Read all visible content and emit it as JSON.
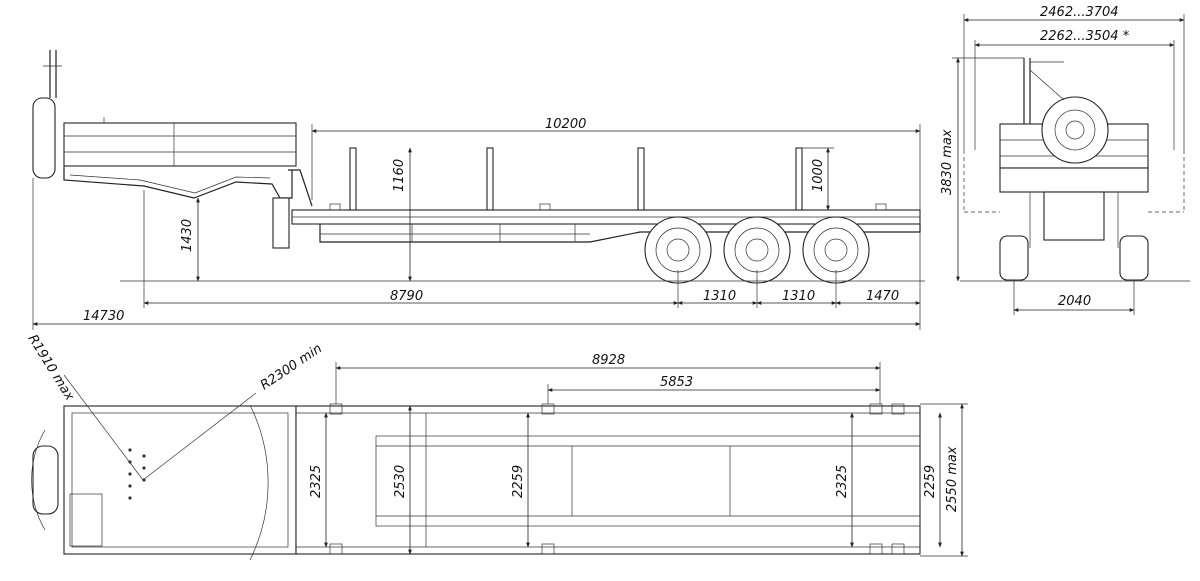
{
  "dimensions": {
    "side_deck_length": "10200",
    "side_overall_length": "14730",
    "side_axle_front": "8790",
    "side_axle_spacing_1": "1310",
    "side_axle_spacing_2": "1310",
    "side_rear_overhang": "1470",
    "side_stanchion_height_front": "1160",
    "side_stanchion_height_rear": "1000",
    "side_neck_height": "1430",
    "rear_width_range": "2462...3704",
    "rear_inner_width_range": "2262...3504 *",
    "rear_height_max": "3830 max",
    "rear_track": "2040",
    "top_radius_front": "R1910 max",
    "top_radius_turn": "R2300 min",
    "top_length_overall": "8928",
    "top_length_inner": "5853",
    "top_width_1": "2325",
    "top_width_2": "2530",
    "top_width_3": "2259",
    "top_width_4": "2325",
    "top_width_5": "2259",
    "top_width_max": "2550 max"
  }
}
